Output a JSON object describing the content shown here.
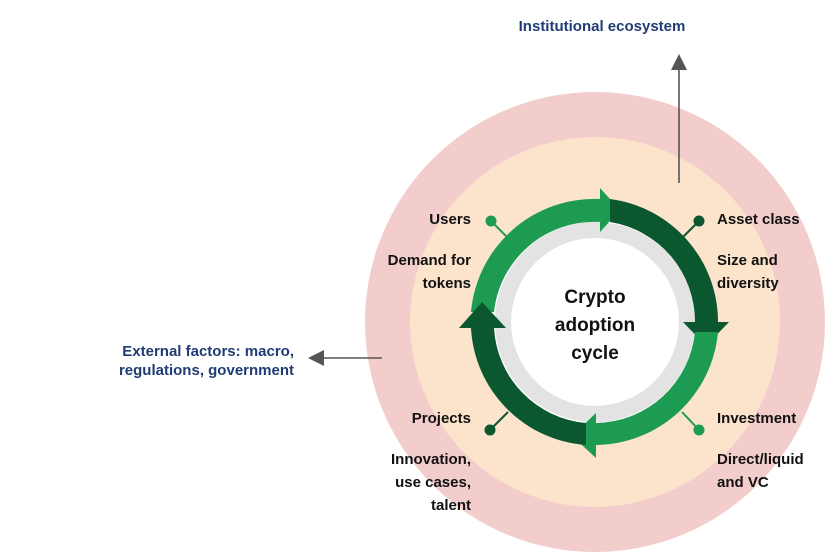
{
  "title_top": "Institutional ecosystem",
  "external": {
    "line1": "External factors: macro,",
    "line2": "regulations, government"
  },
  "center": {
    "line1": "Crypto",
    "line2": "adoption",
    "line3": "cycle"
  },
  "users": {
    "title": "Users",
    "desc_line1": "Demand for",
    "desc_line2": "tokens"
  },
  "asset_class": {
    "title": "Asset class",
    "desc_line1": "Size and",
    "desc_line2": "diversity"
  },
  "investment": {
    "title": "Investment",
    "desc_line1": "Direct/liquid",
    "desc_line2": "and VC"
  },
  "projects": {
    "title": "Projects",
    "desc_line1": "Innovation,",
    "desc_line2": "use cases,",
    "desc_line3": "talent"
  },
  "colors": {
    "outer_ring": "#f3cccc",
    "inner_ring": "#fbe3cc",
    "arrow_light": "#1e9b52",
    "arrow_dark": "#0b5730",
    "heading_blue": "#1f3c74"
  }
}
